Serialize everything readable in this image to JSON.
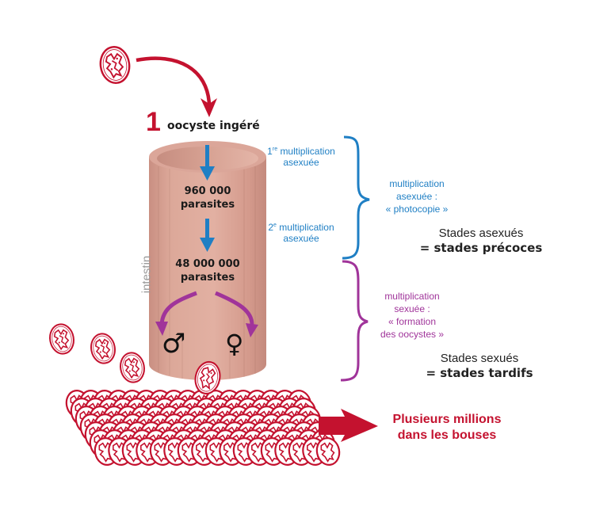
{
  "title": {
    "number": "1",
    "label": "oocyste ingéré"
  },
  "intestin_label": "intestin",
  "counts": [
    {
      "value": "960 000",
      "unit": "parasites"
    },
    {
      "value": "48 000 000",
      "unit": "parasites"
    }
  ],
  "steps": [
    {
      "ordinal": "1",
      "ordinal_suffix": "re",
      "line1": "multiplication",
      "line2": "asexuée"
    },
    {
      "ordinal": "2",
      "ordinal_suffix": "e",
      "line1": "multiplication",
      "line2": "asexuée"
    }
  ],
  "asexual": {
    "desc_lines": [
      "multiplication",
      "asexuée :",
      "« photocopie »"
    ],
    "stage_name": "Stades asexués",
    "stage_eq": "= stades précoces"
  },
  "sexual": {
    "desc_lines": [
      "multiplication",
      "sexuée :",
      "« formation",
      "des oocystes »"
    ],
    "stage_name": "Stades sexués",
    "stage_eq": "= stades tardifs"
  },
  "symbols": {
    "male": "♂",
    "female": "♀"
  },
  "result": {
    "line1": "Plusieurs millions",
    "line2": "dans les bouses"
  },
  "colors": {
    "red": "#c4122f",
    "blue": "#1f7fc4",
    "purple": "#a0349a",
    "cylinder": "#d9a193"
  }
}
